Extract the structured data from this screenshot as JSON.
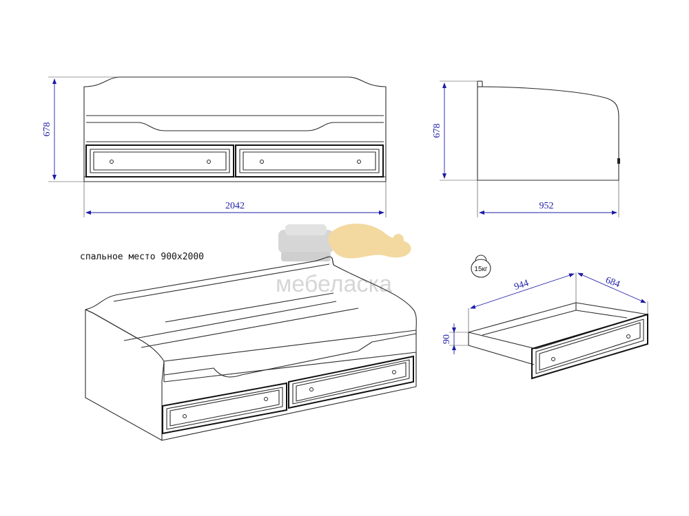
{
  "watermark": {
    "brand": "мебеласка",
    "accent_color": "#f3d9a0",
    "grey_color": "#d6d6d6"
  },
  "front_view": {
    "height_dim": "678",
    "width_dim": "2042"
  },
  "side_view": {
    "height_dim": "678",
    "depth_dim": "952"
  },
  "iso_view": {
    "caption": "спальное место 900х2000"
  },
  "drawer_view": {
    "weight_label": "15кг",
    "width_dim": "944",
    "depth_dim": "684",
    "height_dim": "90"
  },
  "colors": {
    "line": "#2a2a2a",
    "dimension": "#1c1ca8",
    "background": "#ffffff"
  }
}
